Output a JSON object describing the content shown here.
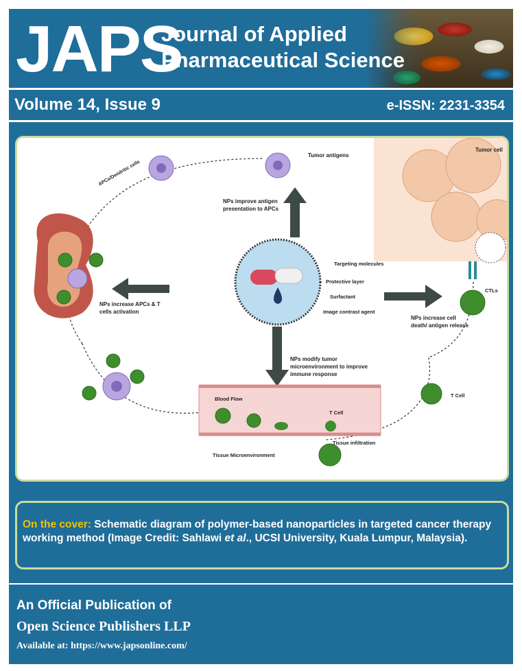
{
  "header": {
    "logo": "JAPS",
    "journal_line1": "Journal of Applied",
    "journal_line2": "Pharmaceutical Science"
  },
  "issue": {
    "volume": "Volume 14, Issue 9",
    "issn": "e-ISSN: 2231-3354"
  },
  "figure": {
    "labels": {
      "apcs": "APCs/Dendritic cells",
      "tumor_antigens": "Tumor antigens",
      "tumor_cell": "Tumor cell",
      "antigen_presentation_1": "NPs improve antigen",
      "antigen_presentation_2": "presentation to APCs",
      "targeting": "Targeting molecules",
      "protective": "Protective layer",
      "surfactant": "Surfactant",
      "contrast": "Image contrast agent",
      "activation_1": "NPs increase APCs & T",
      "activation_2": "cells activation",
      "ctls": "CTLs",
      "death_1": "NPs increase cell",
      "death_2": "death/ antigen release",
      "micro_1": "NPs modify tumor",
      "micro_2": "microenvironment to improve",
      "micro_3": "immune response",
      "blood_flow": "Blood Flow",
      "tcell_vessel": "T Cell",
      "tcell_right": "T Cell",
      "infiltration": "Tissue infiltration",
      "tissue_micro": "Tissue Microenvironment"
    }
  },
  "caption": {
    "lead": "On the cover:",
    "text_a": " Schematic diagram of polymer-based nanoparticles in targeted cancer therapy working method (Image Credit: Sahlawi ",
    "italic": "et al",
    "text_b": "., UCSI University, Kuala Lumpur, Malaysia)."
  },
  "footer": {
    "line1": "An Official Publication of",
    "line2": "Open Science Publishers LLP",
    "line3": "Available at: https://www.japsonline.com/"
  },
  "colors": {
    "brand_blue": "#1f6d99",
    "accent_yellow": "#f2c200",
    "frame_green": "#c9dca0"
  }
}
